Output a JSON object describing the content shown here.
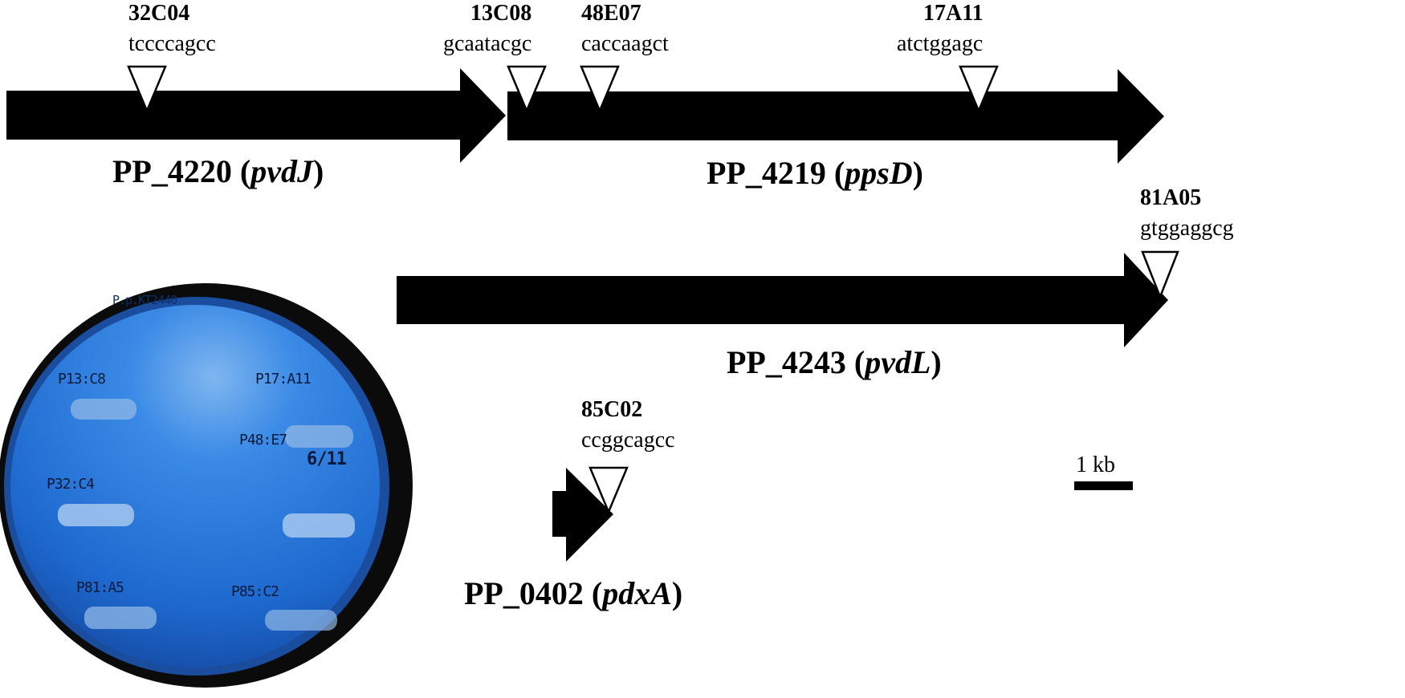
{
  "genes": [
    {
      "id": "PP_4220",
      "name": "pvdJ",
      "paren_open": " (",
      "paren_close": ")"
    },
    {
      "id": "PP_4219",
      "name": "ppsD",
      "paren_open": " (",
      "paren_close": ")"
    },
    {
      "id": "PP_4243",
      "name": "pvdL",
      "paren_open": " (",
      "paren_close": ")"
    },
    {
      "id": "PP_0402",
      "name": "pdxA",
      "paren_open": " (",
      "paren_close": ")"
    }
  ],
  "insertions": [
    {
      "id": "32C04",
      "seq": "tccccagcc"
    },
    {
      "id": "13C08",
      "seq": "gcaatacgc"
    },
    {
      "id": "48E07",
      "seq": "caccaagct"
    },
    {
      "id": "17A11",
      "seq": "atctggagc"
    },
    {
      "id": "81A05",
      "seq": "gtggaggcg"
    },
    {
      "id": "85C02",
      "seq": "ccggcagcc"
    }
  ],
  "scale_bar": {
    "label": "1 kb"
  },
  "plate": {
    "labels": [
      "P.p.KT2440",
      "P13:C8",
      "P17:A11",
      "P32:C4",
      "P48:E7",
      "6/11",
      "P81:A5",
      "P85:C2"
    ],
    "colors": {
      "plate_outer": "#111111",
      "plate_rim": "#1c5bb5",
      "plate_medium": "#1e6fd1",
      "streak": "#8fb8e6"
    }
  },
  "colors": {
    "arrow": "#000000",
    "marker_fill": "#ffffff",
    "marker_stroke": "#000000"
  }
}
